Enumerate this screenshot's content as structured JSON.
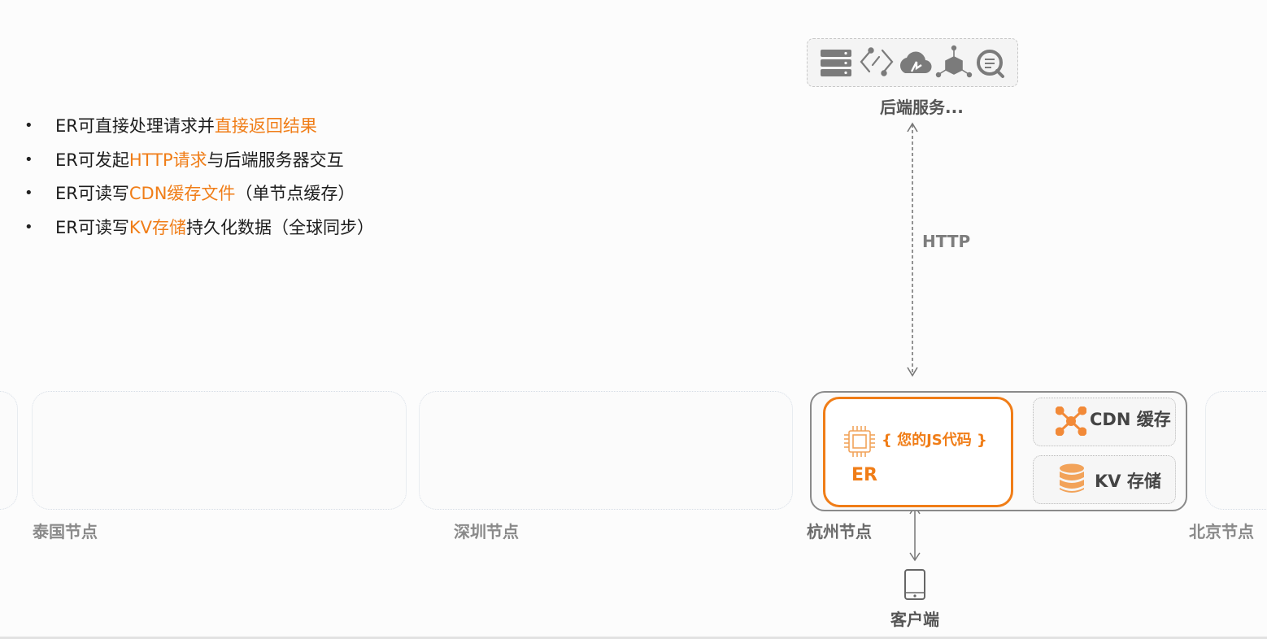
{
  "bullets": [
    {
      "parts": [
        {
          "text": "ER可直接处理请求并",
          "hl": false
        },
        {
          "text": "直接返回结果",
          "hl": true
        }
      ]
    },
    {
      "parts": [
        {
          "text": "ER可发起",
          "hl": false
        },
        {
          "text": "HTTP请求",
          "hl": true
        },
        {
          "text": "与后端服务器交互",
          "hl": false
        }
      ]
    },
    {
      "parts": [
        {
          "text": "ER可读写",
          "hl": false
        },
        {
          "text": "CDN缓存文件",
          "hl": true
        },
        {
          "text": "（单节点缓存）",
          "hl": false
        }
      ]
    },
    {
      "parts": [
        {
          "text": "ER可读写",
          "hl": false
        },
        {
          "text": "KV存储",
          "hl": true
        },
        {
          "text": "持久化数据（全球同步）",
          "hl": false
        }
      ]
    }
  ],
  "backend": {
    "label": "后端服务...",
    "icons": [
      "server-stack-icon",
      "api-gateway-icon",
      "cloud-function-icon",
      "network-cube-icon",
      "search-log-icon"
    ]
  },
  "connection": {
    "protocol": "HTTP"
  },
  "nodes": {
    "thailand": "泰国节点",
    "shenzhen": "深圳节点",
    "hangzhou": "杭州节点",
    "beijing": "北京节点"
  },
  "er": {
    "code": "{ 您的JS代码 }",
    "name": "ER"
  },
  "services": {
    "cdn": "CDN 缓存",
    "kv": "KV 存储"
  },
  "client": {
    "label": "客户端"
  },
  "colors": {
    "accent": "#f07d17",
    "grey_icon": "#7b7b7b"
  }
}
